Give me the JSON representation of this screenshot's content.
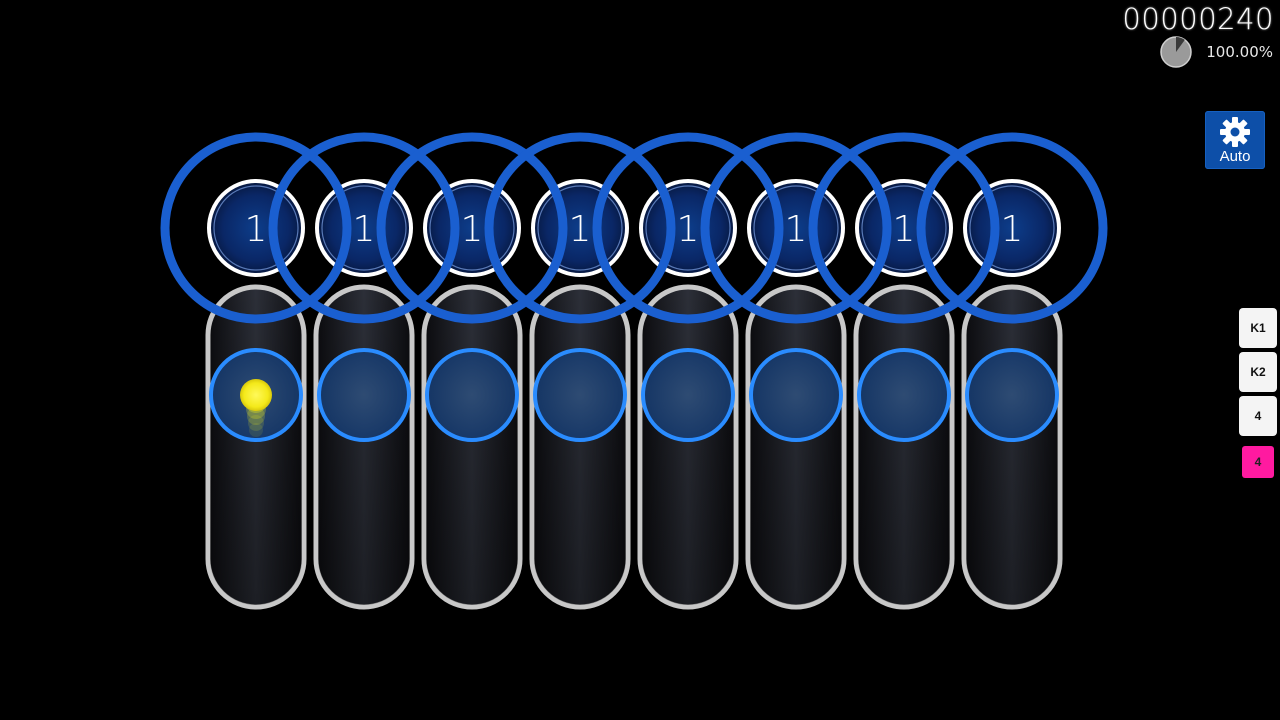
{
  "hud": {
    "score": "00000240",
    "accuracy": "100.00%",
    "progress_fraction": 0.1
  },
  "mods": {
    "auto_label": "Auto",
    "icon": "gear-icon"
  },
  "key_overlay": [
    {
      "label": "K1",
      "state": "idle"
    },
    {
      "label": "K2",
      "state": "idle"
    },
    {
      "label": "4",
      "state": "idle"
    },
    {
      "label": "4",
      "state": "pressed"
    }
  ],
  "playfield": {
    "hit_circles": [
      {
        "combo_number": "1"
      },
      {
        "combo_number": "1"
      },
      {
        "combo_number": "1"
      },
      {
        "combo_number": "1"
      },
      {
        "combo_number": "1"
      },
      {
        "combo_number": "1"
      },
      {
        "combo_number": "1"
      },
      {
        "combo_number": "1"
      }
    ],
    "slider_count": 8,
    "cursor_in_lane": 0
  },
  "colors": {
    "background": "#000000",
    "approach_circle": "#1a5fd0",
    "hit_circle_fill": "#0a2a66",
    "slider_border": "#c8c8c8",
    "slider_ball_ring": "#2a8cff",
    "cursor": "#f4f41a",
    "pressed_key": "#ff1aa0"
  }
}
